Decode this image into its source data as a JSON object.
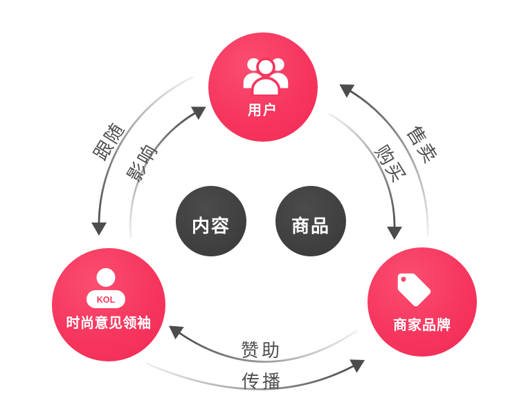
{
  "diagram": {
    "nodes": {
      "users": {
        "label": "用户"
      },
      "kol": {
        "label": "时尚意见领袖",
        "badge": "KOL"
      },
      "merchant": {
        "label": "商家品牌"
      },
      "content": {
        "label": "内容"
      },
      "goods": {
        "label": "商品"
      }
    },
    "edges": {
      "follow": "跟随",
      "influence": "影响",
      "sell": "售卖",
      "buy": "购买",
      "sponsor": "赞助",
      "spread": "传播"
    },
    "colors": {
      "node_pink": "#f6365e",
      "node_dark": "#414141",
      "arrow_dark": "#4c4c4c",
      "arrow_light": "#f0f0f0",
      "label_gray": "#4f4f4f",
      "text_white": "#ffffff"
    }
  }
}
